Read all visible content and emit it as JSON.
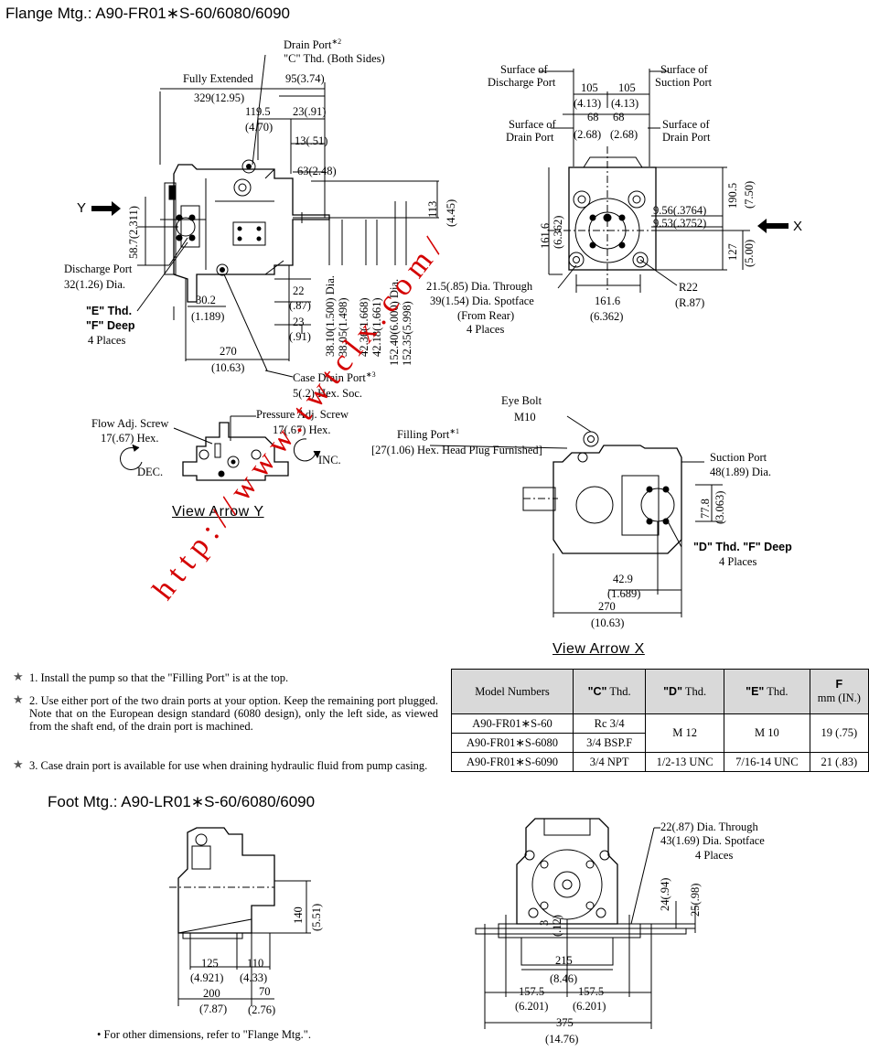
{
  "flange": {
    "title": "Flange Mtg.:  A90-FR01∗S-60/6080/6090",
    "drain_port": "Drain Port",
    "drain_port_mark": "∗2",
    "c_thd_both": "\"C\" Thd. (Both Sides)",
    "fully_extended": "Fully Extended",
    "dim_329": "329(12.95)",
    "dim_95": "95(3.74)",
    "dim_119": "119.5",
    "dim_470": "(4.70)",
    "dim_23a": "23(.91)",
    "dim_13": "13(.51)",
    "dim_63": "63(2.48)",
    "dim_113": "113",
    "dim_445": "(4.45)",
    "y_label": "Y",
    "dim_587": "58.7(2.311)",
    "discharge_port": "Discharge Port",
    "discharge_dia": "32(1.26) Dia.",
    "dim_302": "30.2",
    "dim_1189": "(1.189)",
    "e_thd": "\"E\" Thd.",
    "f_deep": "\"F\" Deep",
    "four_places": "4 Places",
    "dim_22": "22",
    "dim_87": "(.87)",
    "dim_23b": "23",
    "dim_91": "(.91)",
    "dim_3810": "38.10(1.500) Dia.",
    "dim_3805": "38.05(1.498)",
    "dim_4236": "42.36(1.668)",
    "dim_4218": "42.18(1.661)",
    "dim_1524": "152.40(6.000) Dia.",
    "dim_1523": "152.35(5.998)",
    "dim_270": "270",
    "dim_1063": "(10.63)",
    "case_drain": "Case Drain Port",
    "case_drain_mark": "∗3",
    "case_drain_hex": "5(.2) Hex. Soc."
  },
  "view_y": {
    "title": "View Arrow Y",
    "flow_adj": "Flow Adj. Screw",
    "flow_hex": "17(.67) Hex.",
    "dec": "DEC.",
    "pressure_adj": "Pressure Adj. Screw",
    "pressure_hex": "17(.67) Hex.",
    "inc": "INC."
  },
  "front": {
    "surf_discharge_1": "Surface of",
    "surf_discharge_2": "Discharge Port",
    "surf_suction_1": "Surface of",
    "surf_suction_2": "Suction Port",
    "dim_105a": "105",
    "dim_105b": "105",
    "dim_413a": "(4.13)",
    "dim_413b": "(4.13)",
    "dim_68a": "68",
    "dim_68b": "68",
    "dim_268a": "(2.68)",
    "dim_268b": "(2.68)",
    "surf_drain_l1": "Surface of",
    "surf_drain_l2": "Drain Port",
    "surf_drain_r1": "Surface of",
    "surf_drain_r2": "Drain Port",
    "dim_1616": "161.6",
    "dim_6362v": "(6.362)",
    "dim_956": "9.56(.3764)",
    "dim_953": "9.53(.3752)",
    "dim_1905": "190.5",
    "dim_750": "(7.50)",
    "dim_127": "127",
    "dim_500": "(5.00)",
    "x_label": "X",
    "through_1": "21.5(.85) Dia. Through",
    "through_2": "39(1.54) Dia. Spotface",
    "through_3": "(From Rear)",
    "through_4": "4 Places",
    "dim_1616b": "161.6",
    "dim_6362b": "(6.362)",
    "r22": "R22",
    "r87": "(R.87)"
  },
  "view_x": {
    "title": "View Arrow X",
    "eye_bolt": "Eye Bolt",
    "m10": "M10",
    "filling_port": "Filling Port",
    "filling_mark": "∗1",
    "filling_hex": "[27(1.06) Hex. Head Plug Furnished]",
    "suction_port": "Suction Port",
    "suction_dia": "48(1.89) Dia.",
    "dim_778": "77.8",
    "dim_3063": "(3.063)",
    "d_thd": "\"D\" Thd. \"F\" Deep",
    "d_places": "4 Places",
    "dim_429": "42.9",
    "dim_1689": "(1.689)",
    "dim_270": "270",
    "dim_1063": "(10.63)"
  },
  "notes": [
    {
      "num": "1.",
      "text": "Install the pump so that the \"Filling Port\" is at the top."
    },
    {
      "num": "2.",
      "text": "Use either port of the two drain ports at your option. Keep the remaining port plugged.  Note that on the European design standard (6080 design), only the left side, as viewed from the shaft end, of the drain port is machined."
    },
    {
      "num": "3.",
      "text": "Case drain port is available for use when draining hydraulic fluid from pump casing."
    }
  ],
  "spec_table": {
    "headers": [
      "Model Numbers",
      "\"C\"",
      "Thd.",
      "\"D\"",
      "Thd.",
      "\"E\"",
      "Thd.",
      "F",
      "mm (IN.)"
    ],
    "rows": [
      [
        "A90-FR01∗S-60",
        "Rc 3/4",
        "M 12",
        "M 10",
        "19 (.75)"
      ],
      [
        "A90-FR01∗S-6080",
        "3/4 BSP.F"
      ],
      [
        "A90-FR01∗S-6090",
        "3/4 NPT",
        "1/2-13 UNC",
        "7/16-14 UNC",
        "21 (.83)"
      ]
    ]
  },
  "foot": {
    "title": "Foot Mtg.:  A90-LR01∗S-60/6080/6090",
    "dim_140": "140",
    "dim_551": "(5.51)",
    "dim_125": "125",
    "dim_4921": "(4.921)",
    "dim_110": "110",
    "dim_433": "(4.33)",
    "dim_200": "200",
    "dim_787": "(7.87)",
    "dim_70": "70",
    "dim_276": "(2.76)",
    "footnote": "For other dimensions, refer to \"Flange Mtg.\".",
    "through_1": "22(.87) Dia. Through",
    "through_2": "43(1.69) Dia. Spotface",
    "through_3": "4 Places",
    "dim_24": "24(.94)",
    "dim_25": "25(.98)",
    "dim_3": "3",
    "dim_12": "(.12)",
    "dim_215": "215",
    "dim_846": "(8.46)",
    "dim_1575a": "157.5",
    "dim_1575b": "157.5",
    "dim_6201a": "(6.201)",
    "dim_6201b": "(6.201)",
    "dim_375": "375",
    "dim_1476": "(14.76)"
  },
  "watermark": "http://www.twtclx.com/"
}
